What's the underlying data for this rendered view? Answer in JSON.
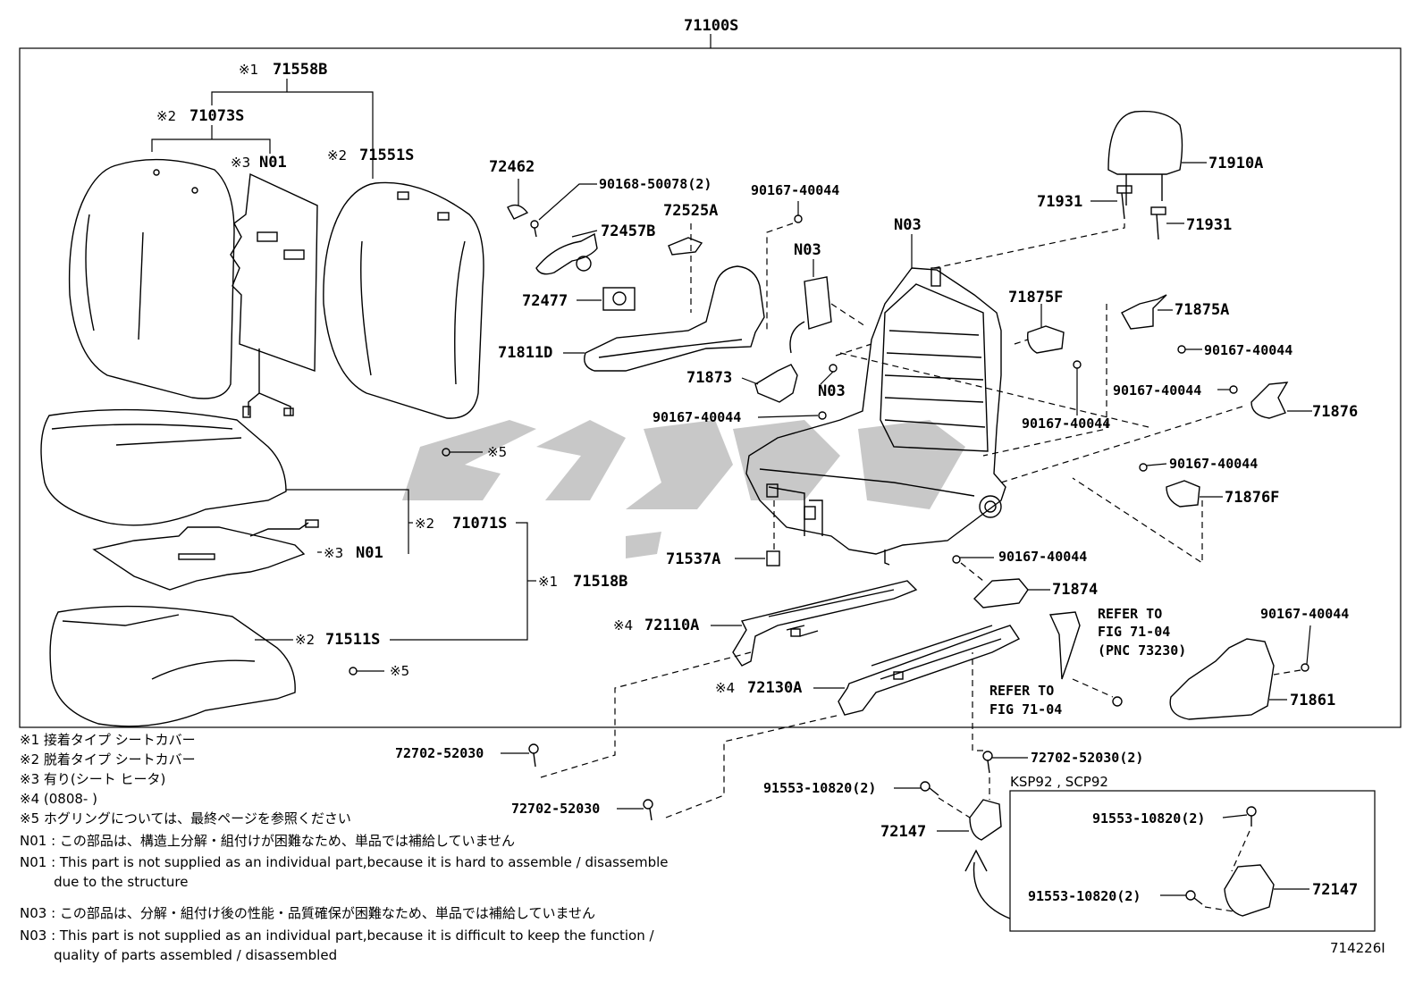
{
  "top_assembly": "71100S",
  "figure_id": "714226I",
  "labels": {
    "p71558B": "71558B",
    "p71558B_mark": "※1",
    "p71073S": "71073S",
    "p71073S_mark": "※2",
    "pN01a": "N01",
    "pN01a_mark": "※3",
    "p71551S": "71551S",
    "p71551S_mark": "※2",
    "p72462": "72462",
    "p90168": "90168-50078(2)",
    "p72525A": "72525A",
    "p72457B": "72457B",
    "p72477": "72477",
    "p71811D": "71811D",
    "p90167a": "90167-40044",
    "pN03a": "N03",
    "pN03b": "N03",
    "pN03c": "N03",
    "p71873": "71873",
    "p90167b": "90167-40044",
    "p71910A": "71910A",
    "p71931a": "71931",
    "p71931b": "71931",
    "p71875F": "71875F",
    "p71875A": "71875A",
    "p90167c": "90167-40044",
    "p90167d": "90167-40044",
    "p90167e": "90167-40044",
    "p71876": "71876",
    "p90167f": "90167-40044",
    "p71876F": "71876F",
    "ring5a": "※5",
    "ring5b": "※5",
    "p71071S": "71071S",
    "p71071S_mark": "※2",
    "pN01b": "N01",
    "pN01b_mark": "※3",
    "p71518B": "71518B",
    "p71518B_mark": "※1",
    "p71511S": "71511S",
    "p71511S_mark": "※2",
    "p71537A": "71537A",
    "p90167g": "90167-40044",
    "p71874": "71874",
    "p72110A": "72110A",
    "p72110A_mark": "※4",
    "p72130A": "72130A",
    "p72130A_mark": "※4",
    "refer1_l1": "REFER TO",
    "refer1_l2": "FIG 71-04",
    "refer1_l3": "(PNC 73230)",
    "refer2_l1": "REFER TO",
    "refer2_l2": "FIG 71-04",
    "p90167h": "90167-40044",
    "p71861": "71861",
    "p72702a": "72702-52030",
    "p72702b": "72702-52030",
    "p72702c": "72702-52030(2)",
    "p91553a": "91553-10820(2)",
    "p72147a": "72147",
    "inset_title": "KSP92 , SCP92",
    "p91553b": "91553-10820(2)",
    "p91553c": "91553-10820(2)",
    "p72147b": "72147"
  },
  "notes": [
    "※1  接着タイプ  シートカバー",
    "※2  脱着タイプ  シートカバー",
    "※3  有り(シート  ヒータ)",
    "※4  (0808-        )",
    "※5  ホグリングについては、最終ページを参照ください",
    "N01 : この部品は、構造上分解・組付けが困難なため、単品では補給していません",
    "N01 : This part is not supplied as an individual part,because it is hard to assemble / disassemble",
    "        due to the structure",
    "N03 : この部品は、分解・組付け後の性能・品質確保が困難なため、単品では補給していません",
    "N03 : This part is not supplied as an individual part,because it is difficult to keep the function /",
    "        quality of parts assembled / disassembled"
  ]
}
